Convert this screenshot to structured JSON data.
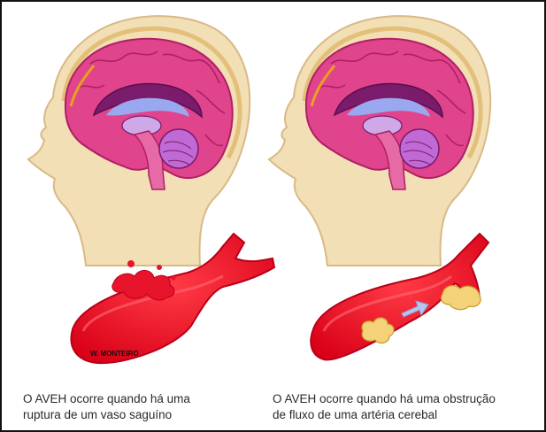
{
  "panels": [
    {
      "caption_line1": "O AVEH ocorre quando há uma",
      "caption_line2": "ruptura de um vaso saguíno",
      "watermark": "W. MONTEIRO"
    },
    {
      "caption_line1": "O AVEH ocorre quando há uma obstrução",
      "caption_line2": "de fluxo de uma artéria cerebal"
    }
  ],
  "colors": {
    "skin": "#f2dfb5",
    "skin_outline": "#d9b987",
    "brain": "#e0448c",
    "brain_dark": "#b01f63",
    "vessel": "#e8142c",
    "vessel_edge": "#b8001a",
    "clot": "#f3d27a",
    "arrow": "#b7c4ec"
  }
}
